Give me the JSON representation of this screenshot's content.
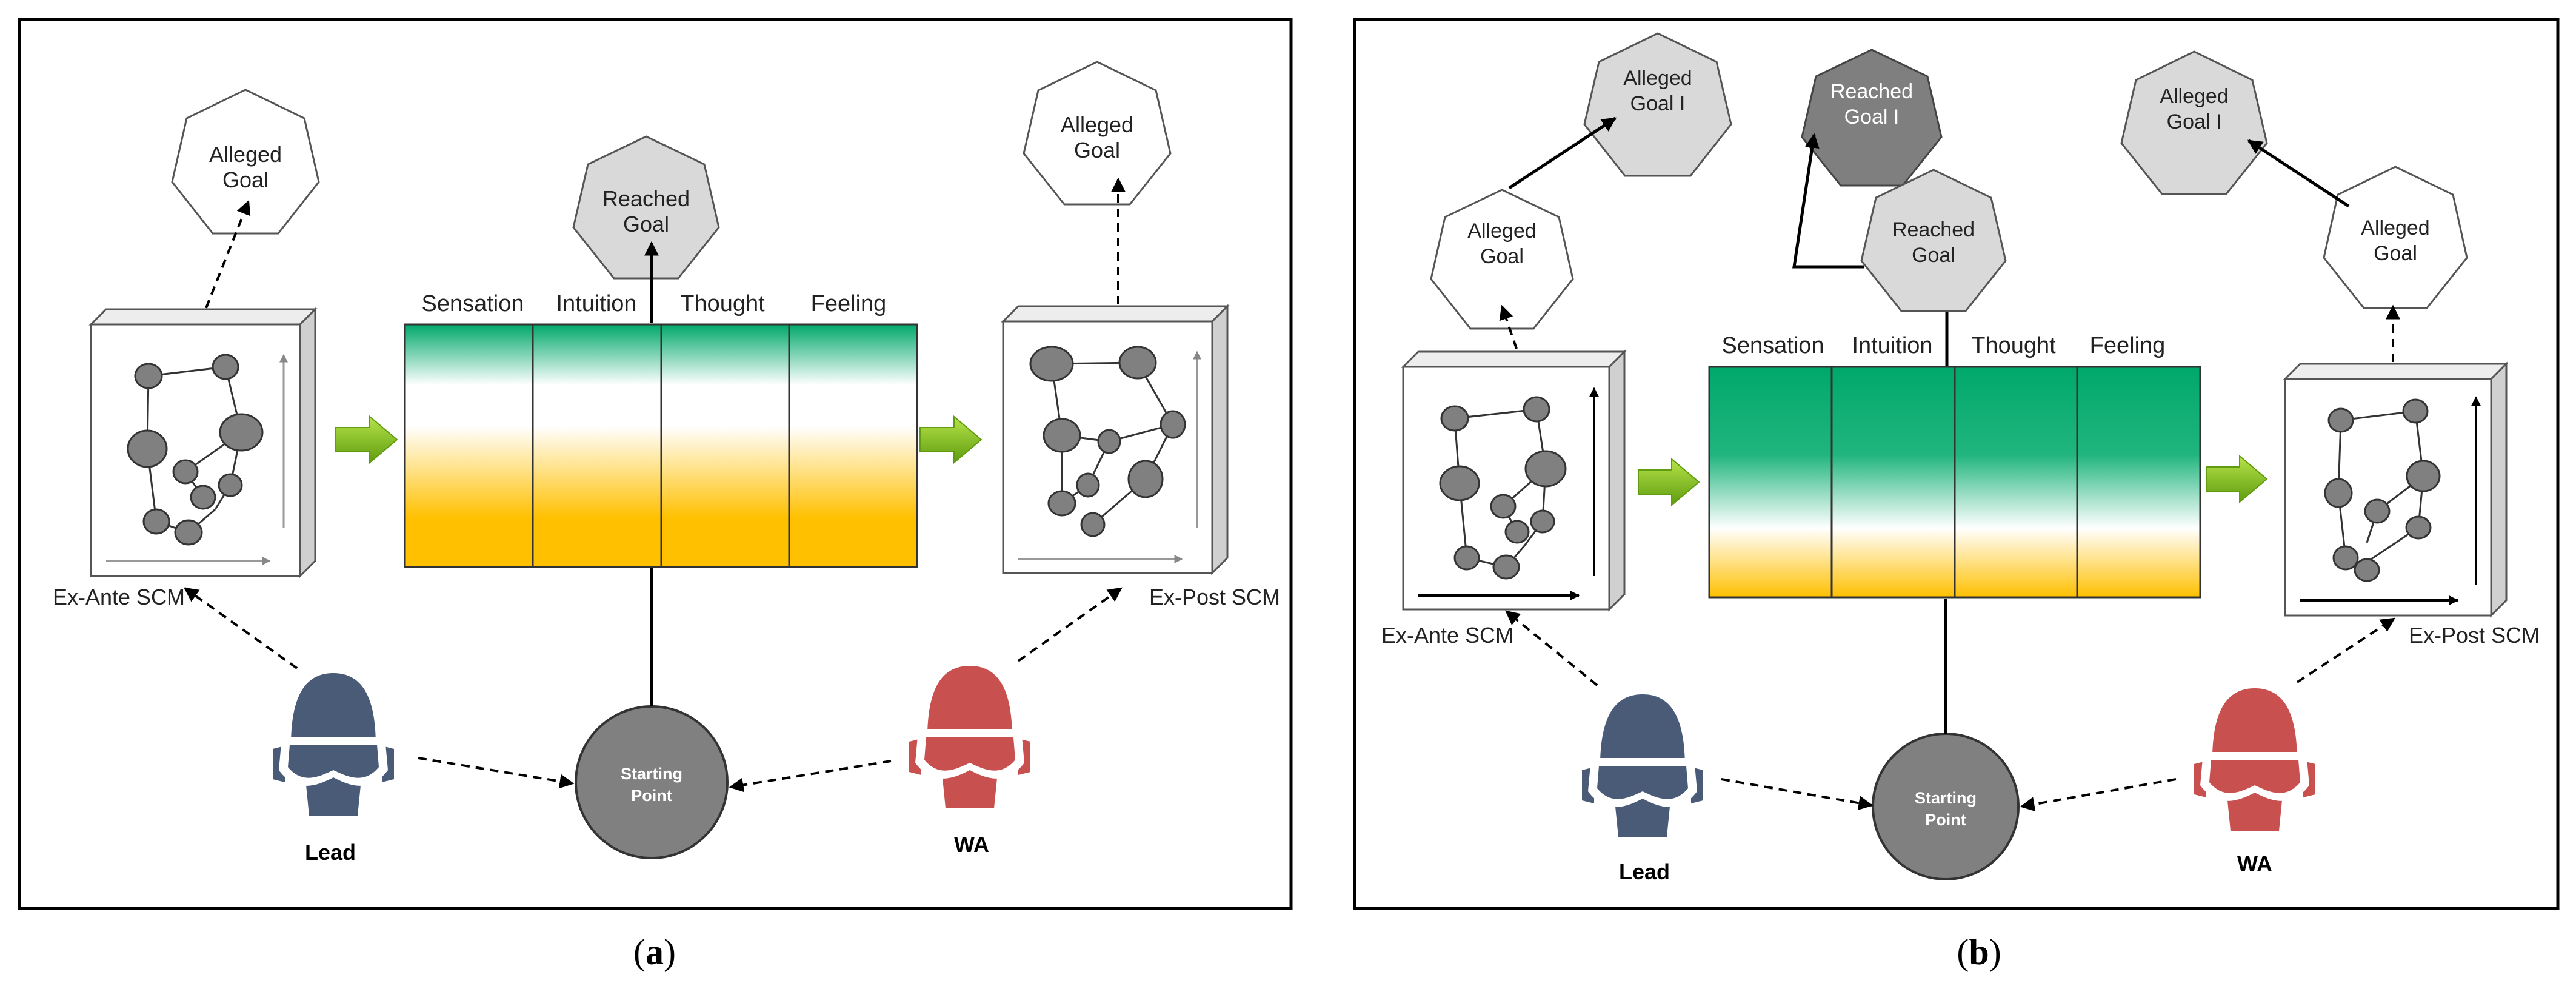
{
  "panels": [
    {
      "caption_letter": "a",
      "alleged_goal_left": "Alleged Goal",
      "reached_goal": "Reached Goal",
      "alleged_goal_right": "Alleged Goal",
      "functions": [
        "Sensation",
        "Intuition",
        "Thought",
        "Feeling"
      ],
      "ex_ante_label": "Ex-Ante SCM",
      "ex_post_label": "Ex-Post SCM",
      "lead_label": "Lead",
      "wa_label": "WA",
      "starting_point": "Starting Point"
    },
    {
      "caption_letter": "b",
      "alleged_goal_i_left": "Alleged Goal I",
      "alleged_goal_left": "Alleged Goal",
      "reached_goal_i": "Reached Goal I",
      "reached_goal": "Reached Goal",
      "alleged_goal_i_right": "Alleged Goal I",
      "alleged_goal_right": "Alleged Goal",
      "functions": [
        "Sensation",
        "Intuition",
        "Thought",
        "Feeling"
      ],
      "ex_ante_label": "Ex-Ante SCM",
      "ex_post_label": "Ex-Post SCM",
      "lead_label": "Lead",
      "wa_label": "WA",
      "starting_point": "Starting Point"
    }
  ],
  "colors": {
    "lead": "#4A5B78",
    "wa": "#C8504F",
    "goal_white": "#FFFFFF",
    "goal_light": "#D9D9D9",
    "goal_dark": "#7F7F7F",
    "starting_point": "#808080",
    "arrow_green": "#7CB518",
    "band_green": "#00A86B",
    "band_gold": "#FFC000"
  }
}
